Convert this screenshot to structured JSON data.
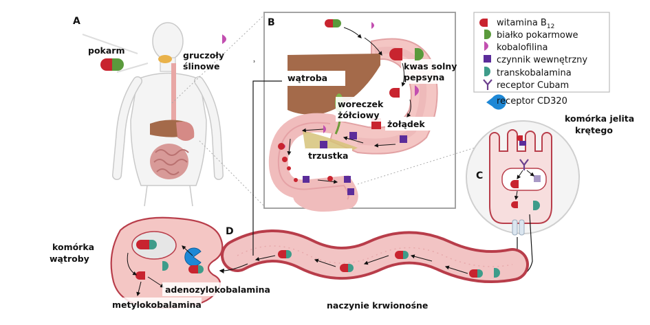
{
  "panels": {
    "a": "A",
    "b": "B",
    "c": "C",
    "d": "D"
  },
  "labels": {
    "food": "pokarm",
    "salivary_1": "gruczoły",
    "salivary_2": "ślinowe",
    "liver": "wątroba",
    "acid_1": "kwas solny",
    "acid_2": "pepsyna",
    "gallbladder_1": "woreczek",
    "gallbladder_2": "żółciowy",
    "stomach": "żołądek",
    "pancreas": "trzustka",
    "ileal_cell_1": "komórka jelita",
    "ileal_cell_2": "krętego",
    "hepatocyte_1": "komórka",
    "hepatocyte_2": "wątroby",
    "adenosyl": "adenozylokobalamina",
    "methyl": "metylokobalamina",
    "blood_vessel": "naczynie krwionośne"
  },
  "legend": [
    {
      "text": "witamina B",
      "sub": "12",
      "icon": "vitamin-b12-icon"
    },
    {
      "text": "białko pokarmowe",
      "icon": "food-protein-icon"
    },
    {
      "text": "kobalofilina",
      "icon": "cobalophilin-icon"
    },
    {
      "text": "czynnik wewnętrzny",
      "icon": "intrinsic-factor-icon"
    },
    {
      "text": "transkobalamina",
      "icon": "transcobalamin-icon"
    },
    {
      "text": "receptor Cubam",
      "icon": "cubam-receptor-icon"
    },
    {
      "text": "receptor CD320",
      "icon": "cd320-receptor-icon"
    }
  ],
  "colors": {
    "b12": "#c8242f",
    "food_protein": "#5a9a3c",
    "cobalophilin": "#c24fb0",
    "intrinsic_factor": "#5b2c9a",
    "transcobalamin": "#3e9c8a",
    "cubam": "#6b3f8e",
    "cd320": "#1e88d6",
    "tissue_pink": "#f2c4c4",
    "tissue_dark": "#b83d4a",
    "liver_brown": "#a46a4a"
  }
}
